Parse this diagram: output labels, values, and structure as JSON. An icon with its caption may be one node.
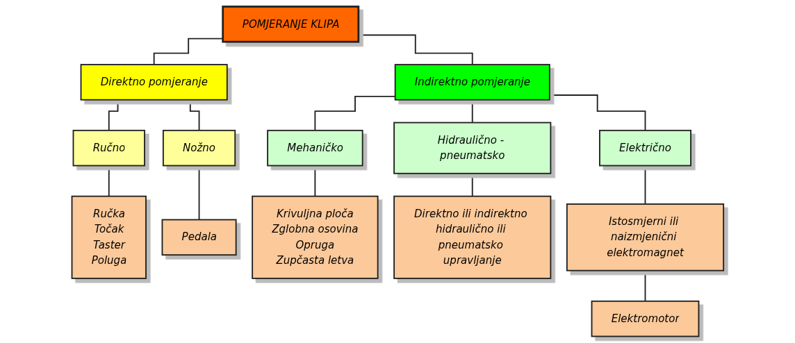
{
  "diagram": {
    "nodes": [
      {
        "text": [
          "POMJERANJE KLIPA"
        ]
      },
      {
        "text": [
          "Direktno pomjeranje"
        ]
      },
      {
        "text": [
          "Indirektno pomjeranje"
        ]
      },
      {
        "text": [
          "Ručno"
        ]
      },
      {
        "text": [
          "Nožno"
        ]
      },
      {
        "text": [
          "Mehaničko"
        ]
      },
      {
        "text": [
          "Hidraulično - pneumatsko"
        ]
      },
      {
        "text": [
          "Električno"
        ]
      },
      {
        "text": [
          "Ručka",
          "Točak",
          "Taster",
          "Poluga"
        ]
      },
      {
        "text": [
          "Pedala"
        ]
      },
      {
        "text": [
          "Krivuljna ploča",
          "Zglobna osovina",
          "Opruga",
          "Zupčasta letva"
        ]
      },
      {
        "text": [
          "Direktno ili indirektno hidraulično ili pneumatsko upravljanje"
        ]
      },
      {
        "text": [
          "Istosmjerni ili naizmjenični elektromagnet"
        ]
      },
      {
        "text": [
          "Elektromotor"
        ]
      }
    ],
    "edges": [
      {
        "from": 0,
        "to": 1,
        "arrow": "none"
      },
      {
        "from": 0,
        "to": 2,
        "arrow": "none"
      },
      {
        "from": 1,
        "to": 3,
        "arrow": "none"
      },
      {
        "from": 1,
        "to": 4,
        "arrow": "none"
      },
      {
        "from": 2,
        "to": 5,
        "arrow": "none"
      },
      {
        "from": 2,
        "to": 6,
        "arrow": "none"
      },
      {
        "from": 2,
        "to": 7,
        "arrow": "none"
      },
      {
        "from": 3,
        "to": 8,
        "arrow": "none"
      },
      {
        "from": 4,
        "to": 9,
        "arrow": "none"
      },
      {
        "from": 5,
        "to": 10,
        "arrow": "none"
      },
      {
        "from": 6,
        "to": 11,
        "arrow": "none"
      },
      {
        "from": 7,
        "to": 12,
        "arrow": "none"
      },
      {
        "from": 12,
        "to": 13,
        "arrow": "none"
      }
    ]
  }
}
